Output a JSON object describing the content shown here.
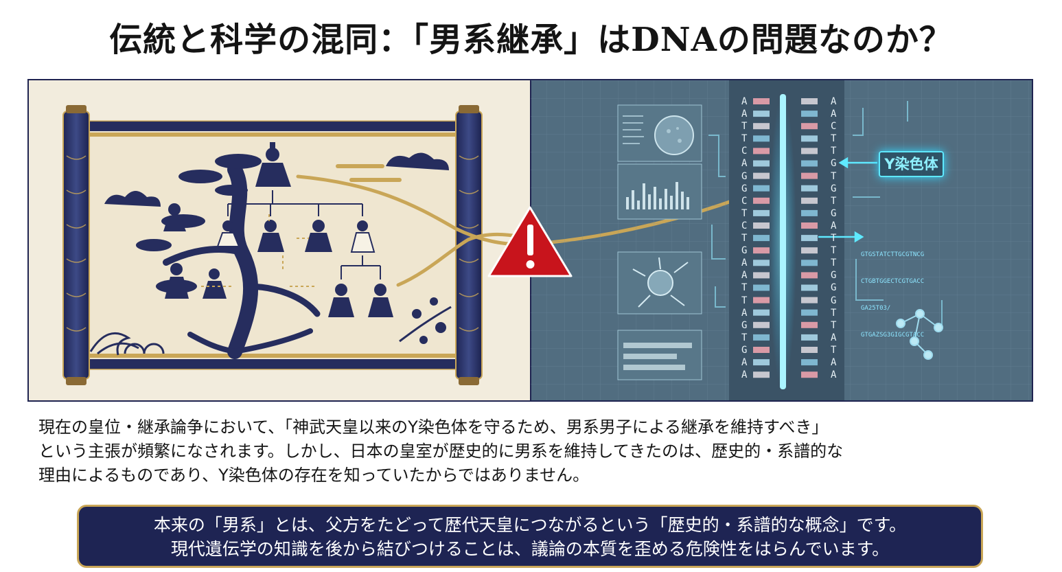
{
  "title": "伝統と科学の混同：「男系継承」はDNAの問題なのか？",
  "figure": {
    "dna_left_letters": [
      "A",
      "A",
      "T",
      "T",
      "C",
      "A",
      "G",
      "G",
      "C",
      "T",
      "C",
      "T",
      "G",
      "A",
      "A",
      "T",
      "T",
      "A",
      "G",
      "T",
      "G",
      "A",
      "A"
    ],
    "dna_right_letters": [
      "A",
      "A",
      "C",
      "T",
      "T",
      "G",
      "T",
      "G",
      "T",
      "G",
      "A",
      "T",
      "T",
      "T",
      "G",
      "G",
      "G",
      "T",
      "T",
      "A",
      "T",
      "A",
      "A"
    ],
    "y_chromosome_label": "Y染色体",
    "sequence_readout": [
      "GTGSTATCTTGCGTNCG",
      "CTGBTGGECTCGTGACC",
      "GA25T03/",
      "GTGAZSG3GIGCGTACC"
    ],
    "colors": {
      "navy": "#1e2350",
      "gold": "#c9a657",
      "parchment": "#f2ecdd",
      "lab_blue": "#516d80",
      "glow": "#5fe9ff",
      "warning_red": "#c8141c"
    },
    "icons": [
      "family-tree-icon",
      "warning-icon",
      "dna-strand-icon",
      "cell-icon",
      "molecule-icon"
    ]
  },
  "body": {
    "line1": "現在の皇位・継承論争において、「神武天皇以来のY染色体を守るため、男系男子による継承を維持すべき」",
    "line2": "という主張が頻繁になされます。しかし、日本の皇室が歴史的に男系を維持してきたのは、歴史的・系譜的な",
    "line3": "理由によるものであり、Y染色体の存在を知っていたからではありません。"
  },
  "callout": {
    "line1": "本来の「男系」とは、父方をたどって歴代天皇につながるという「歴史的・系譜的な概念」です。",
    "line2": "現代遺伝学の知識を後から結びつけることは、議論の本質を歪める危険性をはらんでいます。"
  }
}
